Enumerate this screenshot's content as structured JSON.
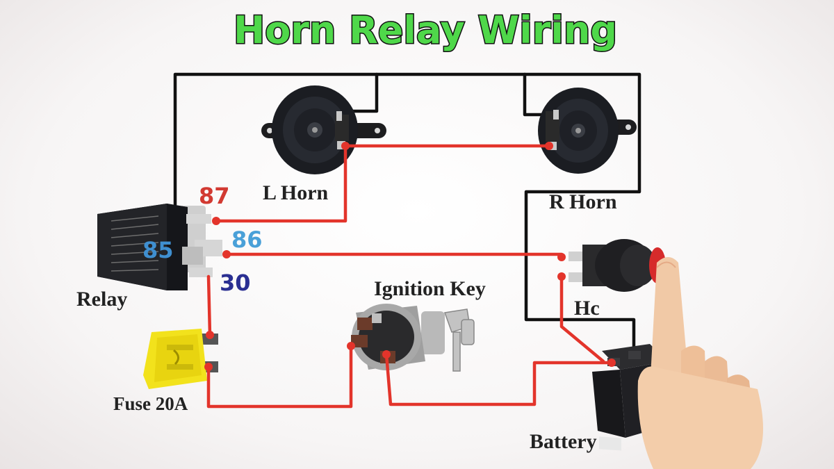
{
  "title": "Horn Relay Wiring",
  "labels": {
    "l_horn": "L Horn",
    "r_horn": "R Horn",
    "relay": "Relay",
    "ignition_key": "Ignition Key",
    "fuse": "Fuse 20A",
    "battery": "Battery",
    "horn_switch": "Hc"
  },
  "pins": {
    "p87": "87",
    "p86": "86",
    "p85": "85",
    "p30": "30"
  },
  "colors": {
    "title": "#4fd84a",
    "wire_positive": "#e3342b",
    "wire_ground": "#111111",
    "pin_87": "#d23a32",
    "pin_86": "#4aa0d8",
    "pin_85": "#3f8fd0",
    "pin_30": "#2a2f92",
    "fuse": "#f2e21c",
    "switch_button": "#d62b2b"
  }
}
